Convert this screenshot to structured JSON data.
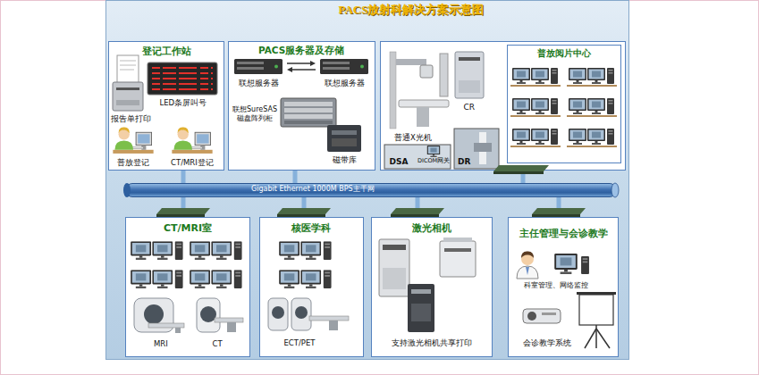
{
  "diagram": {
    "title": "PACS放射科解决方案示意图",
    "nodes": [
      {
        "text": [
          "登记工作站",
          "LED条屏叫号",
          "报告单打印",
          "普放登记",
          "CT/MRI登记"
        ]
      },
      {
        "text": [
          "PACS服务器及存储",
          "联想服务器",
          "联想服务器",
          "联想SureSAS 磁盘阵列柜",
          "磁带库"
        ]
      },
      {
        "text": [
          "普通X光机",
          "CR",
          "DSA",
          "DICOM网关",
          "DR"
        ]
      },
      {
        "text": [
          "普放阅片中心"
        ],
        "in": 2
      },
      {
        "text": [
          "Gigabit Ethernet 1000M BPS主干网"
        ]
      },
      {
        "text": [
          "CT/MRI室",
          "MRI",
          "CT"
        ]
      },
      {
        "text": [
          "核医学科",
          "ECT/PET"
        ]
      },
      {
        "text": [
          "激光相机",
          "支持激光相机共享打印"
        ]
      },
      {
        "text": [
          "主任管理与会诊教学",
          "科室管理、网络监控",
          "会诊教学系统"
        ]
      }
    ],
    "edges": [
      {
        "from": 0,
        "to": 4,
        "arrow": "none"
      },
      {
        "from": 1,
        "to": 4,
        "arrow": "none"
      },
      {
        "from": 2,
        "to": 4,
        "arrow": "none"
      },
      {
        "from": 4,
        "to": 5,
        "arrow": "none"
      },
      {
        "from": 4,
        "to": 6,
        "arrow": "none"
      },
      {
        "from": 4,
        "to": 7,
        "arrow": "none"
      },
      {
        "from": 4,
        "to": 8,
        "arrow": "none"
      }
    ]
  }
}
